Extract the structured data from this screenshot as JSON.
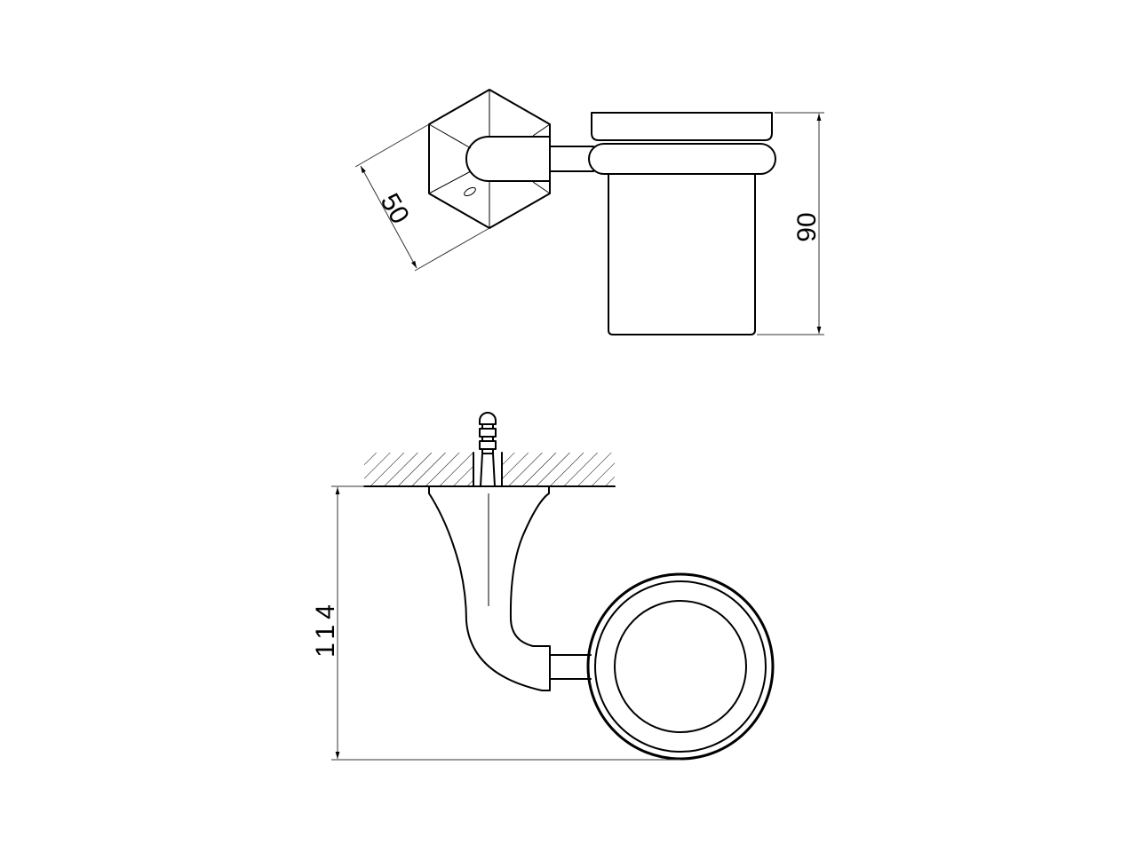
{
  "diagram": {
    "type": "technical-drawing",
    "subject": "wall-mounted tumbler holder",
    "views": [
      {
        "name": "top-view",
        "description": "hexagonal wall flange with arm and cup holder ring, tumbler cup"
      },
      {
        "name": "side-view",
        "description": "curved wall bracket with fixing screw into hatched wall, ring holder seen from above"
      }
    ],
    "dimensions": {
      "flange_width": "50",
      "height": "90",
      "projection": "114"
    },
    "line_color": "#000000",
    "background": "#ffffff"
  }
}
